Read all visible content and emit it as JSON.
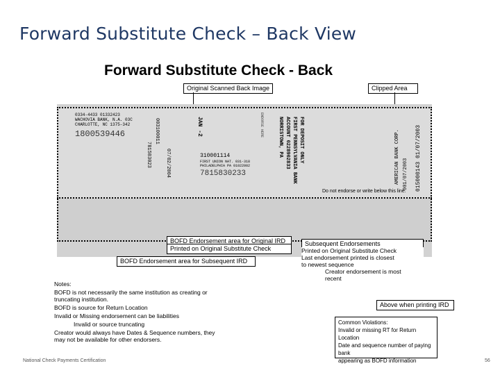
{
  "slide": {
    "title": "Forward Substitute Check – Back View",
    "footer": "National Check Payments Certification",
    "page_number": "56"
  },
  "document": {
    "title": "Forward Substitute Check - Back",
    "callouts": {
      "original_scanned": "Original Scanned Back Image",
      "clipped_area": "Clipped Area",
      "bofd_original": "BOFD Endorsement area for Original IRD",
      "printed_original": "Printed on Original Substitute Check",
      "bofd_subsequent": "BOFD Endorsement area for Subsequent IRD",
      "subsequent_endorsements": "Subsequent Endorsements",
      "printed_original_sub": "Printed on Original Substitute Check",
      "last_endorsement": "Last endorsement printed is closest",
      "sequence": "to newest sequence",
      "creator_endorsement": "Creator endorsement is most",
      "recent": "recent",
      "above_printing": "Above when printing IRD"
    },
    "check_image": {
      "bank_line1": "0334-4433   01332423",
      "bank_line2": "WACHOVIA BANK, N.A. 03C",
      "bank_line3": "CHARLOTTE, NC    1375-342",
      "big_number": "1800539446",
      "mid_number": "7815830233",
      "routing": "310001114",
      "phila_line1": "FIRST UNION NAT. 031-318",
      "phila_line2": "PHILADELPHIA PA 01022002",
      "deposit_line1": "FOR DEPOSIT ONLY",
      "deposit_line2": "FIRST PENNSYLVANIA BANK",
      "deposit_line3": "ACCOUNT 0228902833",
      "deposit_line4": "NORRISTOWN, PA",
      "left_vertical1": "003100011",
      "left_vertical2": "781583023",
      "date_vertical": "07/02/2004",
      "jan_vertical": "JAN -2",
      "right_vertical1": "015000143  01/07/2003",
      "right_vertical2": "AMERICAN BANK CORP.",
      "right_vertical3": "001/07/2003",
      "do_not_endorse": "Do not endorse or write below this line.",
      "small_vertical": "ENDORSE HERE"
    },
    "notes": {
      "heading": "Notes:",
      "items": [
        "BOFD is not necessarily the same institution as creating or",
        "truncating institution.",
        "BOFD is source for Return Location",
        "Invalid or Missing endorsement can be liabilities",
        "Invalid or source truncating",
        "Creator would always have Dates & Sequence numbers, they",
        "may not be available for other endorsers."
      ]
    },
    "common_violations": {
      "heading": "Common Violations:",
      "items": [
        "Invalid or missing RT for Return Location",
        "Date and sequence number of paying bank",
        "appearing as BOFD information"
      ]
    }
  }
}
